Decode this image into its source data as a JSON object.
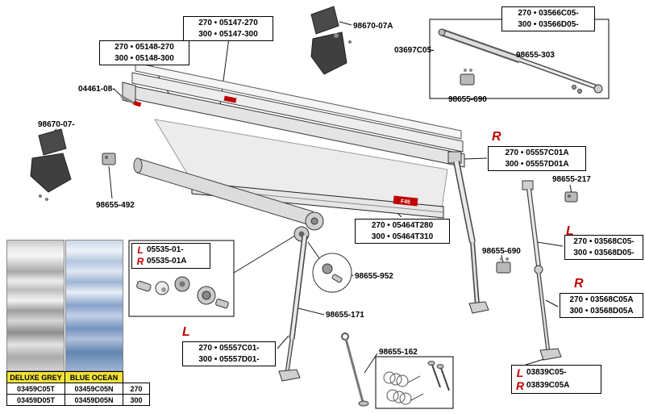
{
  "markers": {
    "L": "L",
    "R": "R"
  },
  "brand": {
    "badge": "F45"
  },
  "labels": {
    "p05147": {
      "line1": "270 • 05147-270",
      "line2": "300 • 05147-300"
    },
    "p05148": {
      "line1": "270 • 05148-270",
      "line2": "300 • 05148-300"
    },
    "p98670_07A": "98670-07A",
    "p03697": "03697C05-",
    "p03566": {
      "line1": "270 • 03566C05-",
      "line2": "300 • 03566D05-"
    },
    "p98655_303": "98655-303",
    "p98655_690_top": "98655-690",
    "p04461": "04461-08-",
    "p98670_07": "98670-07-",
    "p98655_492": "98655-492",
    "p05557A": {
      "line1": "270 • 05557C01A",
      "line2": "300 • 05557D01A"
    },
    "p98655_217": "98655-217",
    "p03568": {
      "line1": "270 • 03568C05-",
      "line2": "300 • 03568D05-"
    },
    "p03568A": {
      "line1": "270 • 03568C05A",
      "line2": "300 • 03568D05A"
    },
    "p05464": {
      "line1": "270 • 05464T280",
      "line2": "300 • 05464T310"
    },
    "p05535": {
      "line1": "05535-01-",
      "line2": "05535-01A"
    },
    "p98655_952": "98655-952",
    "p98655_171": "98655-171",
    "p98655_690_mid": "98655-690",
    "p05557": {
      "line1": "270 • 05557C01-",
      "line2": "300 • 05557D01-"
    },
    "p98655_162": "98655-162",
    "p03839": {
      "line1": "03839C05-",
      "line2": "03839C05A"
    }
  },
  "fabric_table": {
    "headers": [
      "DELUXE GREY",
      "BLUE OCEAN"
    ],
    "rows": [
      {
        "deluxe": "03459C05T",
        "ocean": "03459C05N",
        "size": "270"
      },
      {
        "deluxe": "03459D05T",
        "ocean": "03459D05N",
        "size": "300"
      }
    ]
  },
  "colors": {
    "accent_red": "#c00000",
    "header_yellow": "#f2e23a"
  }
}
